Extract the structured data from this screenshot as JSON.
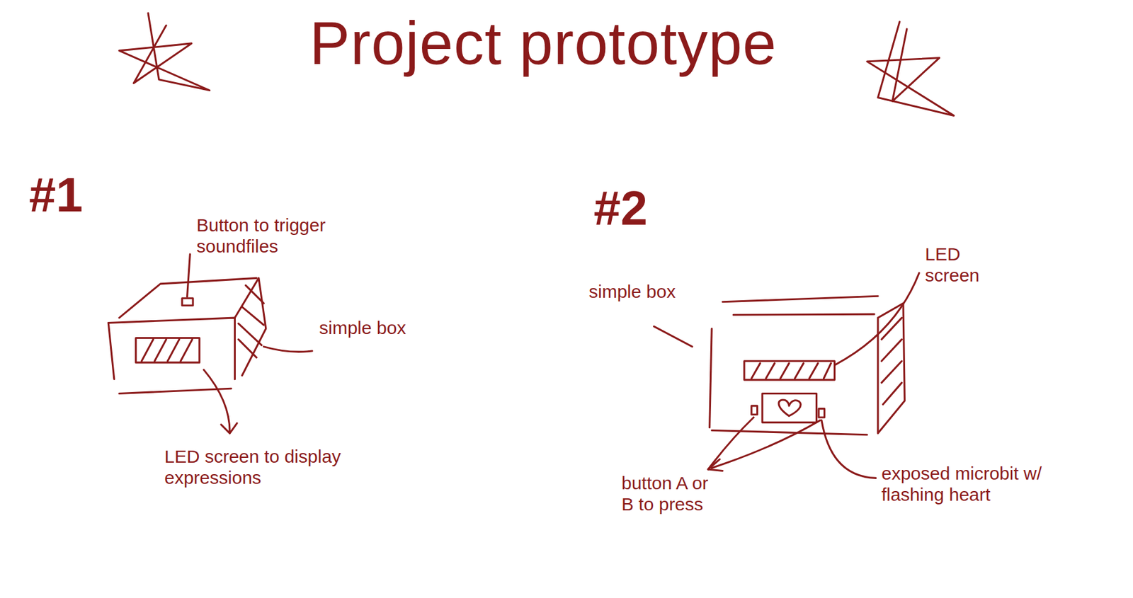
{
  "diagram": {
    "title": "Project prototype",
    "labels": [
      "#1",
      "Button to trigger soundfiles",
      "simple box",
      "LED screen to display expressions",
      "#2",
      "simple box",
      "LED screen",
      "button A or B to press",
      "exposed microbit w/ flashing heart"
    ]
  }
}
